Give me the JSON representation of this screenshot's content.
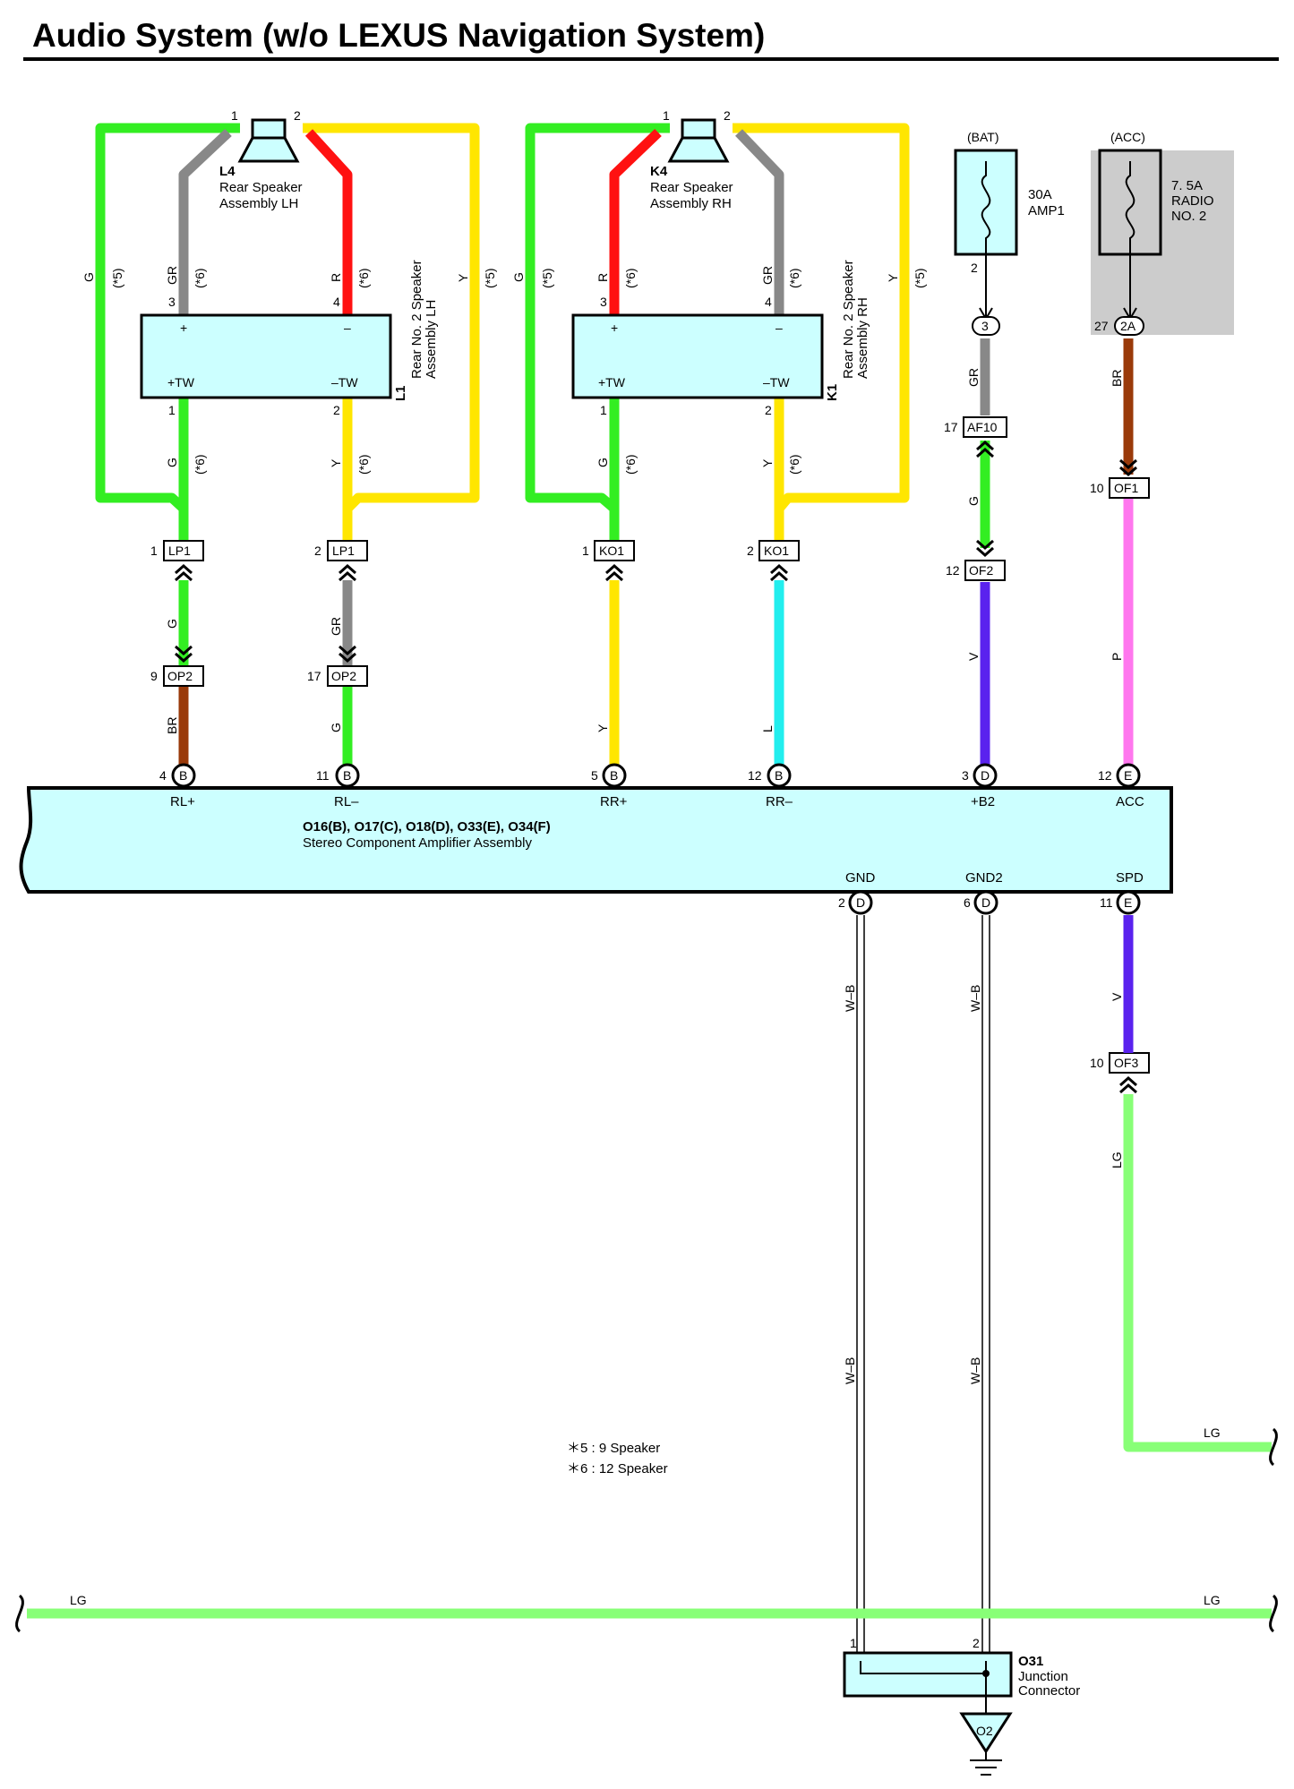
{
  "title": "Audio System (w/o LEXUS Navigation System)",
  "colors": {
    "G": "#33ee22",
    "GR": "#888888",
    "R": "#ff1111",
    "Y": "#ffe600",
    "BR": "#9a3a0a",
    "L": "#22eeee",
    "V": "#5a22ee",
    "P": "#ff77ee",
    "LG": "#88ff77",
    "box": "#ccffff",
    "fuse_shade": "#cccccc"
  },
  "speakers": {
    "lh": {
      "code": "L4",
      "line1": "Rear Speaker",
      "line2": "Assembly LH",
      "pin1": "1",
      "pin2": "2"
    },
    "rh": {
      "code": "K4",
      "line1": "Rear Speaker",
      "line2": "Assembly RH",
      "pin1": "1",
      "pin2": "2"
    }
  },
  "tweeters": {
    "lh": {
      "code": "L1",
      "line1": "Rear No. 2 Speaker",
      "line2": "Assembly LH",
      "plus": "+",
      "minus": "–",
      "tw_plus": "+TW",
      "tw_minus": "–TW",
      "p3": "3",
      "p4": "4",
      "p1": "1",
      "p2": "2"
    },
    "rh": {
      "code": "K1",
      "line1": "Rear No. 2 Speaker",
      "line2": "Assembly RH",
      "plus": "+",
      "minus": "–",
      "tw_plus": "+TW",
      "tw_minus": "–TW",
      "p3": "3",
      "p4": "4",
      "p1": "1",
      "p2": "2"
    }
  },
  "wire_labels": {
    "lh_g_outer": "G",
    "lh_gr_top": "GR",
    "lh_r_top": "R",
    "lh_y_outer": "Y",
    "rh_g_outer": "G",
    "rh_r_top": "R",
    "rh_gr_top": "GR",
    "rh_y_outer": "Y",
    "lh_g_mid": "G",
    "lh_y_mid": "Y",
    "rh_g_mid": "G",
    "rh_y_mid": "Y",
    "lh_g_low": "G",
    "lh_gr_low": "GR",
    "lh_br": "BR",
    "lh_g_bot": "G",
    "rh_y_bot": "Y",
    "rh_l_bot": "L",
    "bat_gr": "GR",
    "bat_g": "G",
    "bat_v": "V",
    "acc_br": "BR",
    "acc_p": "P",
    "spd_v": "V",
    "spd_lg": "LG",
    "gnd_wb_1": "W–B",
    "gnd_wb_2": "W–B",
    "gnd2_wb_1": "W–B",
    "gnd2_wb_2": "W–B",
    "lg_left": "LG",
    "lg_right": "LG",
    "lg_right_top": "LG"
  },
  "markers": {
    "s5": "(*5)",
    "s6": "(*6)"
  },
  "connectors": {
    "lp1_a": {
      "pin": "1",
      "name": "LP1"
    },
    "lp1_b": {
      "pin": "2",
      "name": "LP1"
    },
    "ko1_a": {
      "pin": "1",
      "name": "KO1"
    },
    "ko1_b": {
      "pin": "2",
      "name": "KO1"
    },
    "op2_a": {
      "pin": "9",
      "name": "OP2"
    },
    "op2_b": {
      "pin": "17",
      "name": "OP2"
    },
    "af10": {
      "pin": "17",
      "name": "AF10"
    },
    "of2": {
      "pin": "12",
      "name": "OF2"
    },
    "of1": {
      "pin": "10",
      "name": "OF1"
    },
    "of3": {
      "pin": "10",
      "name": "OF3"
    }
  },
  "fuses": {
    "bat": {
      "source": "(BAT)",
      "rating": "30A",
      "name": "AMP1",
      "pin": "2",
      "jpin": "3"
    },
    "acc": {
      "source": "(ACC)",
      "rating": "7. 5A",
      "name1": "RADIO",
      "name2": "NO. 2",
      "pin": "27",
      "jpin": "2A"
    }
  },
  "amplifier": {
    "codes": "O16(B), O17(C), O18(D), O33(E), O34(F)",
    "name": "Stereo Component Amplifier Assembly",
    "top_pins": [
      {
        "pin": "4",
        "conn": "B",
        "label": "RL+"
      },
      {
        "pin": "11",
        "conn": "B",
        "label": "RL–"
      },
      {
        "pin": "5",
        "conn": "B",
        "label": "RR+"
      },
      {
        "pin": "12",
        "conn": "B",
        "label": "RR–"
      },
      {
        "pin": "3",
        "conn": "D",
        "label": "+B2"
      },
      {
        "pin": "12",
        "conn": "E",
        "label": "ACC"
      }
    ],
    "bottom_pins": [
      {
        "pin": "2",
        "conn": "D",
        "label": "GND"
      },
      {
        "pin": "6",
        "conn": "D",
        "label": "GND2"
      },
      {
        "pin": "11",
        "conn": "E",
        "label": "SPD"
      }
    ]
  },
  "junction": {
    "code": "O31",
    "line1": "Junction",
    "line2": "Connector",
    "pin1": "1",
    "pin2": "2"
  },
  "ground": {
    "code": "O2"
  },
  "notes": {
    "n5": "＊5 : 9 Speaker",
    "n6": "＊6 : 12 Speaker"
  }
}
